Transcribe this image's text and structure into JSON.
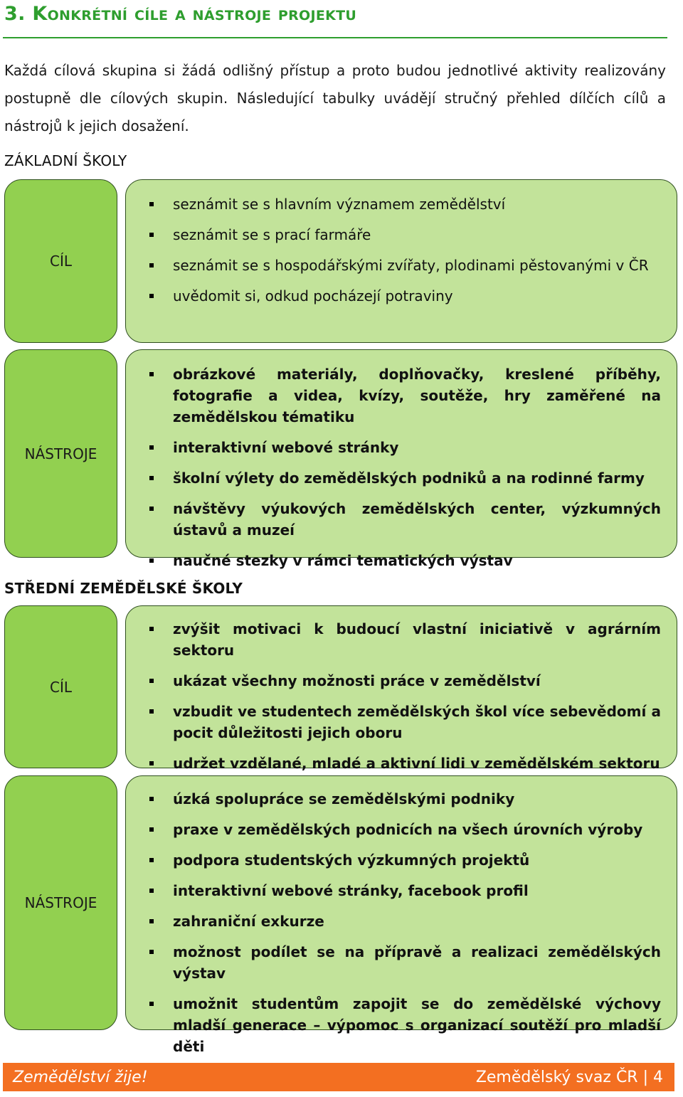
{
  "heading": "3. Konkrétní cíle a nástroje projektu",
  "intro": "Každá cílová skupina si žádá odlišný přístup a proto budou jednotlivé aktivity realizovány postupně dle cílových skupin. Následující tabulky uvádějí stručný přehled dílčích cílů a nástrojů k jejich dosažení.",
  "sections": [
    {
      "title": "ZÁKLADNÍ ŠKOLY",
      "goal_label": "CÍL",
      "goals": [
        "seznámit se s hlavním významem zemědělství",
        "seznámit se s prací farmáře",
        "seznámit se s hospodářskými zvířaty, plodinami pěstovanými v ČR",
        "uvědomit si, odkud pocházejí potraviny"
      ],
      "tools_label": "NÁSTROJE",
      "tools": [
        "obrázkové materiály, doplňovačky, kreslené příběhy, fotografie a videa, kvízy, soutěže, hry zaměřené na zemědělskou tématiku",
        "interaktivní webové stránky",
        "školní výlety do zemědělských podniků a na rodinné farmy",
        "návštěvy výukových zemědělských center, výzkumných ústavů a muzeí",
        "naučné stezky v rámci tematických výstav"
      ]
    },
    {
      "title": "STŘEDNÍ ZEMĚDĚLSKÉ ŠKOLY",
      "goal_label": "CÍL",
      "goals": [
        "zvýšit motivaci k budoucí vlastní iniciativě v agrárním sektoru",
        "ukázat všechny možnosti práce v zemědělství",
        "vzbudit ve studentech zemědělských škol více sebevědomí a pocit důležitosti jejich oboru",
        "udržet vzdělané, mladé a aktivní lidi v zemědělském sektoru"
      ],
      "tools_label": "NÁSTROJE",
      "tools": [
        "úzká spolupráce se zemědělskými podniky",
        "praxe v zemědělských podnicích na všech úrovních výroby",
        "podpora studentských výzkumných projektů",
        "interaktivní webové stránky, facebook profil",
        "zahraniční exkurze",
        "možnost podílet se na přípravě a realizaci zemědělských výstav",
        "umožnit studentům zapojit se do zemědělské výchovy mladší generace – výpomoc s organizací soutěží pro mladší děti"
      ]
    }
  ],
  "footer": {
    "left": "Zemědělství žije!",
    "right": "Zemědělský svaz ČR | 4",
    "color": "#f36f21"
  },
  "colors": {
    "heading": "#2e9e2e",
    "label_box": "#92d050",
    "list_box": "#c2e39a"
  }
}
